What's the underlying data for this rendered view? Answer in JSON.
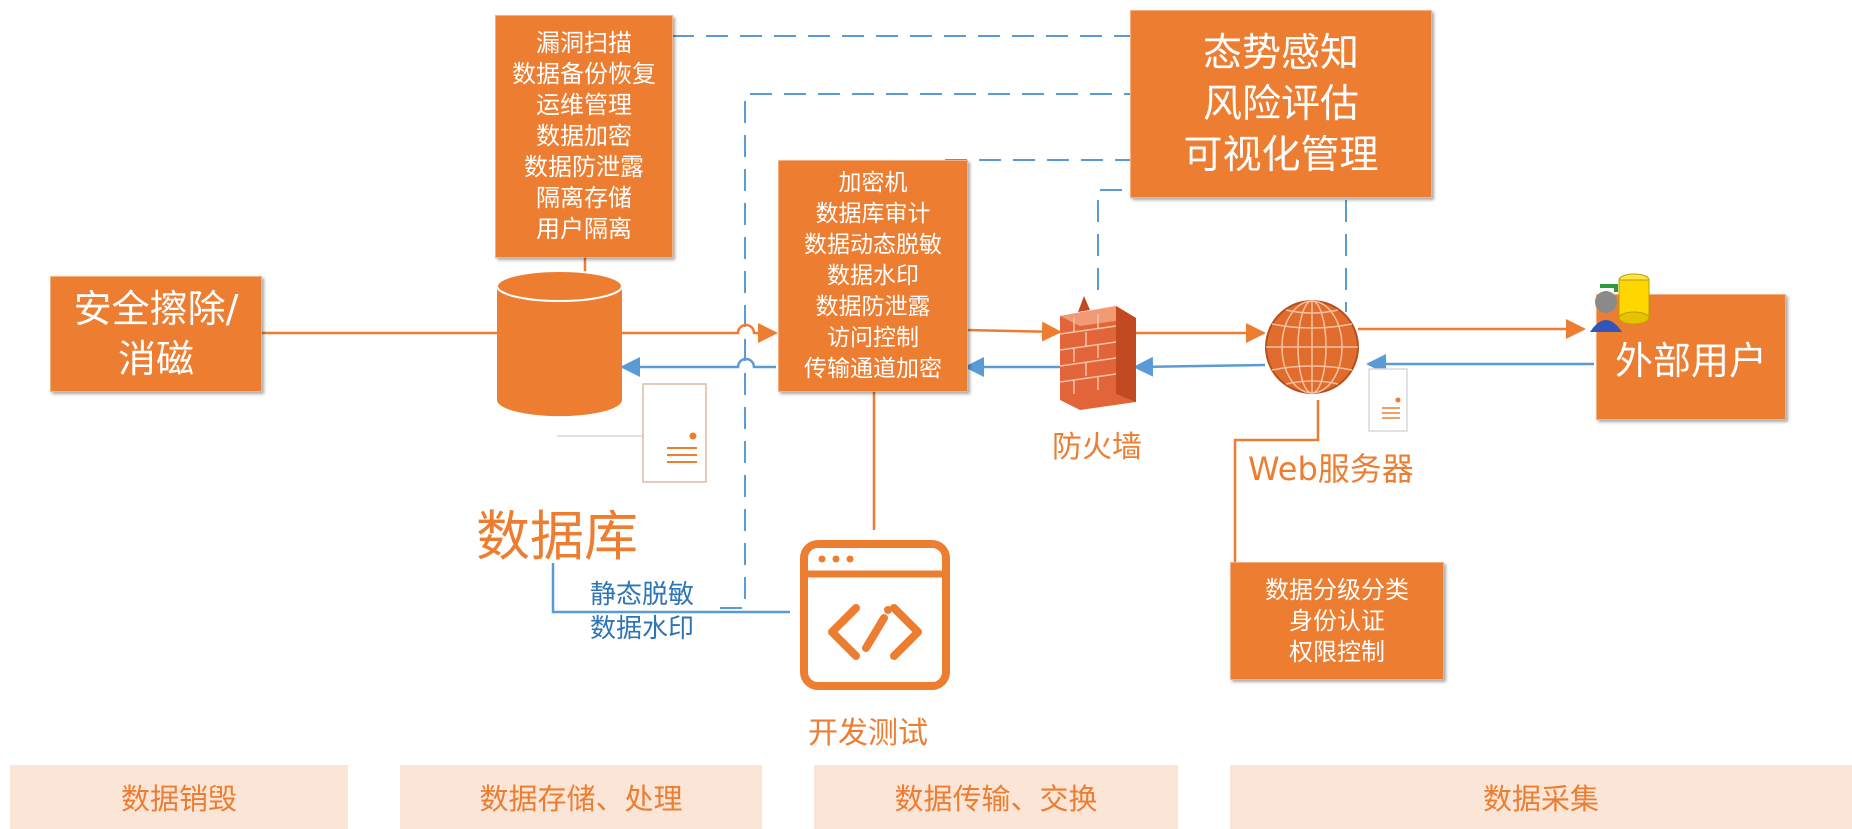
{
  "colors": {
    "orange": "#ed7d31",
    "blue": "#5b9bd5",
    "stage_bg": "#fbe5d6"
  },
  "security_ops": {
    "items": [
      "漏洞扫描",
      "数据备份恢复",
      "运维管理",
      "数据加密",
      "数据防泄露",
      "隔离存储",
      "用户隔离"
    ]
  },
  "situation": {
    "items": [
      "态势感知",
      "风险评估",
      "可视化管理"
    ]
  },
  "transport_security": {
    "items": [
      "加密机",
      "数据库审计",
      "数据动态脱敏",
      "数据水印",
      "数据防泄露",
      "访问控制",
      "传输通道加密"
    ]
  },
  "destroy_box": {
    "items": [
      "安全擦除/",
      "消磁"
    ]
  },
  "external_user": {
    "label": "外部用户",
    "icon": "user-database-icon"
  },
  "database": {
    "label": "数据库",
    "icon": "database-cylinder-icon"
  },
  "firewall": {
    "label": "防火墙",
    "icon": "firewall-brick-icon"
  },
  "web_server": {
    "label": "Web服务器",
    "icon": "globe-icon"
  },
  "dev_test": {
    "label": "开发测试",
    "icon": "code-window-icon"
  },
  "masking": {
    "items": [
      "静态脱敏",
      "数据水印"
    ]
  },
  "collection_box": {
    "items": [
      "数据分级分类",
      "身份认证",
      "权限控制"
    ]
  },
  "stages": [
    "数据销毁",
    "数据存储、处理",
    "数据传输、交换",
    "数据采集"
  ]
}
